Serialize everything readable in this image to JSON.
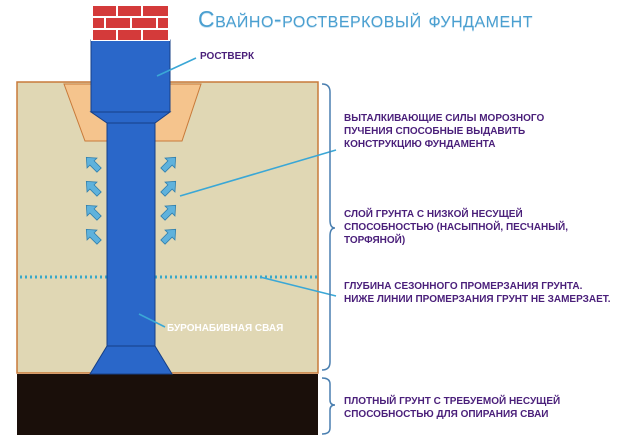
{
  "title": "Свайно-ростверковый фундамент",
  "labels": {
    "rostverk": "РОСТВЕРК",
    "frost_forces": "ВЫТАЛКИВАЮЩИЕ СИЛЫ МОРОЗНОГО ПУЧЕНИЯ СПОСОБНЫЕ ВЫДАВИТЬ КОНСТРУКЦИЮ ФУНДАМЕНТА",
    "weak_soil": "СЛОЙ ГРУНТА С НИЗКОЙ НЕСУЩЕЙ СПОСОБНОСТЬЮ (НАСЫПНОЙ, ПЕСЧАНЫЙ, ТОРФЯНОЙ)",
    "frost_depth": "ГЛУБИНА СЕЗОННОГО ПРОМЕРЗАНИЯ ГРУНТА. НИЖЕ ЛИНИИ ПРОМЕРЗАНИЯ ГРУНТ НЕ ЗАМЕРЗАЕТ.",
    "bored_pile": "БУРОНАБИВНАЯ СВАЯ",
    "dense_soil": "ПЛОТНЫЙ ГРУНТ С ТРЕБУЕМОЙ НЕСУЩЕЙ СПОСОБНОСТЬЮ ДЛЯ ОПИРАНИЯ СВАИ"
  },
  "colors": {
    "title": "#4a9fd0",
    "soil": "#e0d7b4",
    "soil_border": "#c87a3a",
    "dense_soil": "#1a0f0a",
    "pile": "#2a67c9",
    "pile_edge": "#163f86",
    "sand_cushion": "#f5c48d",
    "brick": "#d43a3a",
    "arrow": "#5fb2dc",
    "frost_line": "#38a8c8",
    "label_text": "#4a1f7a",
    "pointer_line": "#3aa7d6",
    "brace": "#4a7fb0"
  }
}
